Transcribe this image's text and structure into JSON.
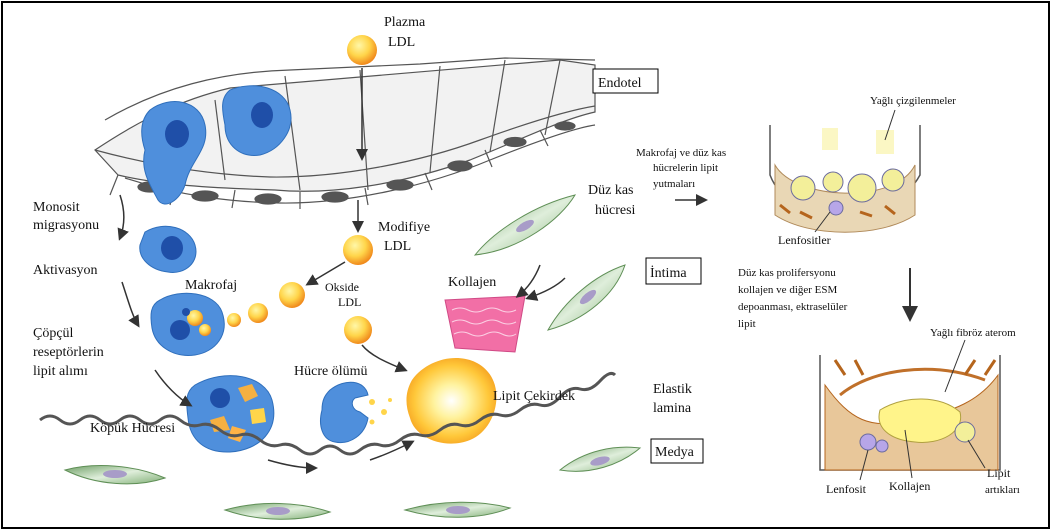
{
  "labels": {
    "plazma": "Plazma",
    "ldl": "LDL",
    "endotel": "Endotel",
    "monosit_migrasyonu_1": "Monosit",
    "monosit_migrasyonu_2": "migrasyonu",
    "aktivasyon": "Aktivasyon",
    "makrofaj": "Makrofaj",
    "copcul_1": "Çöpçül",
    "copcul_2": "reseptörlerin",
    "copcul_3": "lipit alımı",
    "kopuk_hucresi": "Köpük Hücresi",
    "modifiye_1": "Modifiye",
    "modifiye_2": "LDL",
    "okside_1": "Okside",
    "okside_2": "LDL",
    "hucre_olumu": "Hücre ölümü",
    "lipit_cekirdek": "Lipit Çekirdek",
    "elastik_1": "Elastik",
    "elastik_2": "lamina",
    "medya": "Medya",
    "duz_kas_1": "Düz kas",
    "duz_kas_2": "hücresi",
    "intima": "İntima",
    "kollajen": "Kollajen",
    "makrofaj_duzkas_1": "Makrofaj  ve düz kas",
    "makrofaj_duzkas_2": "hücrelerin lipit",
    "makrofaj_duzkas_3": "yutmaları",
    "yagli_cizgilenmeler": "Yağlı çizgilenmeler",
    "lenfositler": "Lenfositler",
    "proliferasyon_1": "Düz kas prolifersyonu",
    "proliferasyon_2": "kollajen ve diğer ESM",
    "proliferasyon_3": "depoanması, ektraselüler",
    "proliferasyon_4": "lipit",
    "yagli_fibroz_aterom": "Yağlı fibröz aterom",
    "lenfosit": "Lenfosit",
    "kollajen_2": "Kollajen",
    "lipit_artiklari_1": "Lipit",
    "lipit_artiklari_2": "artıkları"
  },
  "colors": {
    "macrophage_blue": "#4f8fdc",
    "nucleus_blue": "#1f4fa8",
    "ldl_orange": "#f4a52a",
    "ldl_yellow": "#ffe25a",
    "collagen_pink": "#f26fa6",
    "smooth_muscle_green": "#8fbf84",
    "lipid_core": "#ffd23a",
    "lamina": "#555555"
  }
}
